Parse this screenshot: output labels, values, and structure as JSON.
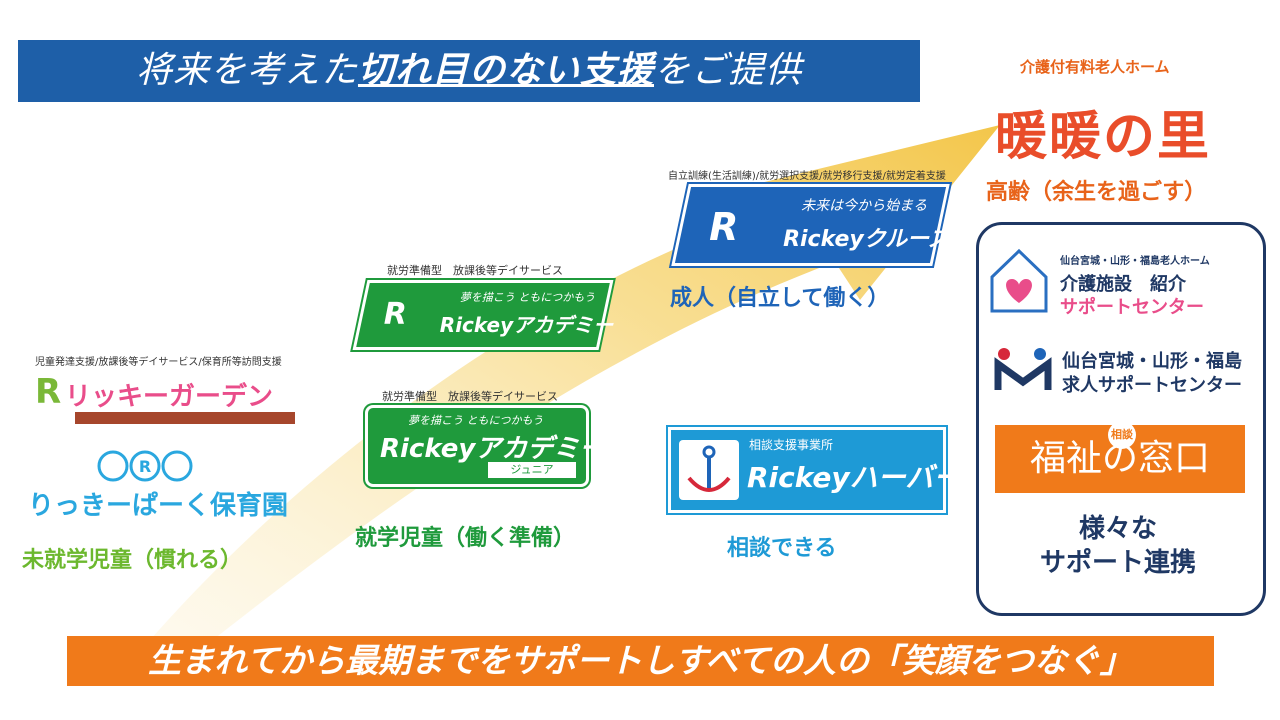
{
  "banner_top": {
    "prefix": "将来を考えた",
    "emphasis": "切れ目のない支援",
    "suffix": "をご提供"
  },
  "banner_bottom": "生まれてから最期までをサポートしすべての人の「笑顔をつなぐ」",
  "stages": {
    "preschool": {
      "caption": "児童発達支援/放課後等デイサービス/保育所等訪問支援",
      "logo_garden": "リッキーガーデン",
      "logo_park": "りっきーぱーく保育園",
      "label": "未就学児童（慣れる）",
      "label_color": "#6cb82e"
    },
    "school": {
      "caption_upper": "就労準備型　放課後等デイサービス",
      "card_upper_sub": "夢を描こう ともにつかもう",
      "card_upper_main": "Rickeyアカデミー",
      "caption_lower": "就労準備型　放課後等デイサービス",
      "card_lower_sub": "夢を描こう ともにつかもう",
      "card_lower_main": "Rickeyアカデミー",
      "card_lower_tag": "ジュニア",
      "label": "就学児童（働く準備）",
      "label_color": "#1f9a3c"
    },
    "adult": {
      "caption": "自立訓練(生活訓練)/就労選択支援/就労移行支援/就労定着支援",
      "card_sub": "未来は今から始まる",
      "card_main": "Rickeyクルーズ",
      "label": "成人（自立して働く）",
      "label_color": "#1e64b8"
    },
    "consult": {
      "card_sub": "相談支援事業所",
      "card_main": "Rickeyハーバー",
      "label": "相談できる",
      "label_color": "#1e9ad6"
    },
    "elderly": {
      "caption": "介護付有料老人ホーム",
      "logo": "暖暖の里",
      "label": "高齢（余生を過ごす）",
      "label_color": "#e8631a"
    }
  },
  "partners": {
    "care_center": {
      "caption": "仙台宮城・山形・福島老人ホーム",
      "line1": "介護施設　紹介",
      "line2": "サポートセンター"
    },
    "job_center": {
      "line1": "仙台宮城・山形・福島",
      "line2": "求人サポートセンター"
    },
    "window": {
      "main": "福祉の窓口",
      "badge": "相談"
    },
    "label": "様々な\nサポート連携"
  },
  "colors": {
    "blue": "#1e5fa8",
    "orange": "#f07a1a",
    "green": "#1f9a3c",
    "navy": "#1f3864"
  }
}
